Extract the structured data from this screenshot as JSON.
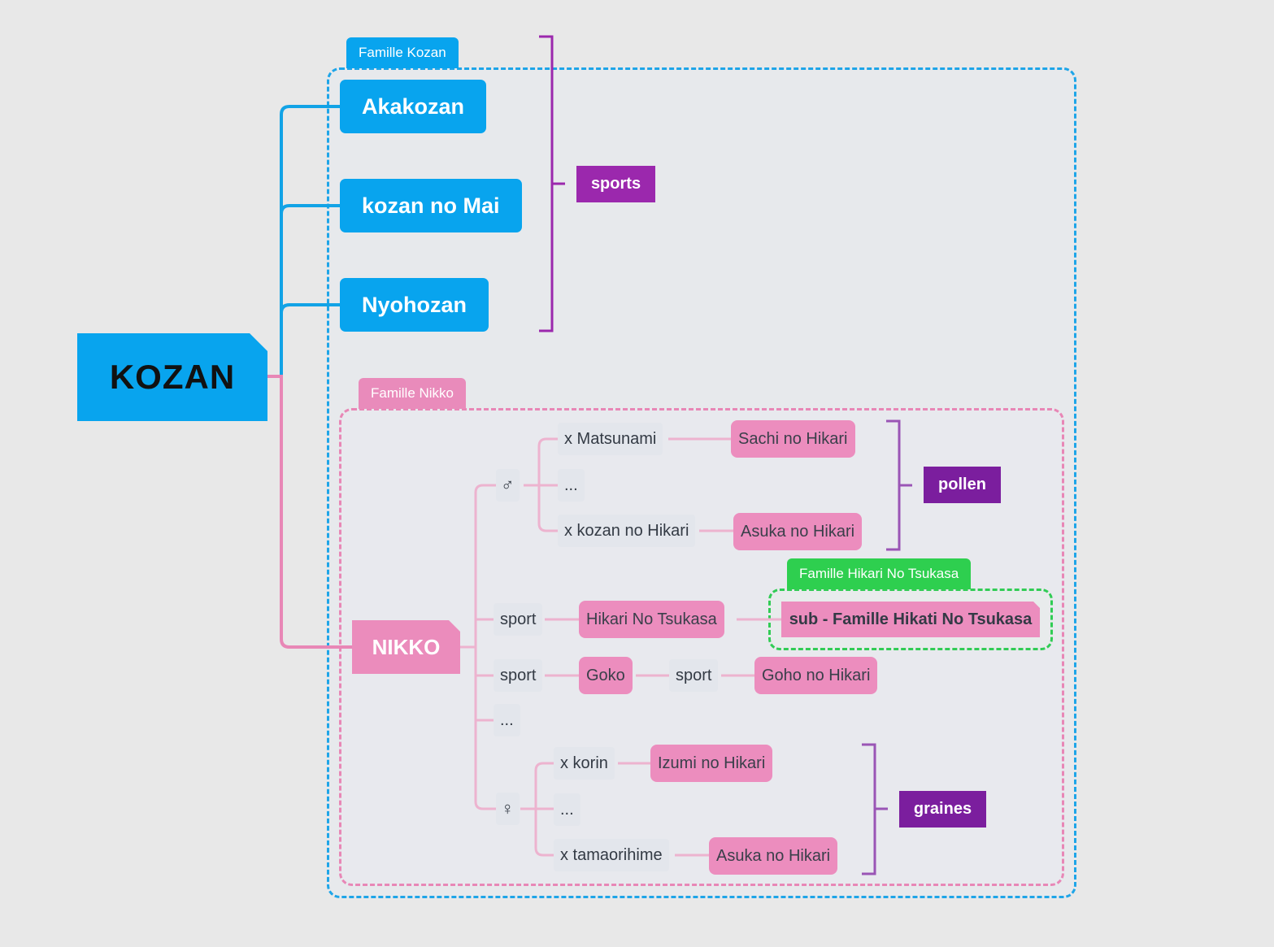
{
  "root": {
    "label": "KOZAN"
  },
  "boundaries": {
    "kozan": "Famille Kozan",
    "nikko": "Famille Nikko",
    "hikari": "Famille Hikari No Tsukasa"
  },
  "kozan_topics": [
    "Akakozan",
    "kozan no Mai",
    "Nyohozan"
  ],
  "nikko": {
    "label": "NIKKO",
    "male": {
      "symbol": "♂",
      "children": [
        {
          "label": "x Matsunami",
          "offspring": "Sachi no Hikari"
        },
        {
          "label": "..."
        },
        {
          "label": "x kozan no Hikari",
          "offspring": "Asuka no Hikari"
        }
      ]
    },
    "sport1": {
      "label": "sport",
      "child": "Hikari No Tsukasa",
      "sub": "sub - Famille Hikati No Tsukasa"
    },
    "sport2": {
      "label": "sport",
      "child": "Goko",
      "child_sport": "sport",
      "grandchild": "Goho no Hikari"
    },
    "ellipsis": "...",
    "female": {
      "symbol": "♀",
      "children": [
        {
          "label": "x korin",
          "offspring": "Izumi no Hikari"
        },
        {
          "label": "..."
        },
        {
          "label": "x tamaorihime",
          "offspring": "Asuka no Hikari"
        }
      ]
    }
  },
  "summaries": {
    "sports": "sports",
    "pollen": "pollen",
    "graines": "graines"
  },
  "colors": {
    "background": "#e8e8e8",
    "blue": "#08a4ee",
    "pink": "#ec8dbe",
    "green": "#2ecf4f",
    "purple": "#9b28ad",
    "purple_dark": "#7b1e9e"
  }
}
